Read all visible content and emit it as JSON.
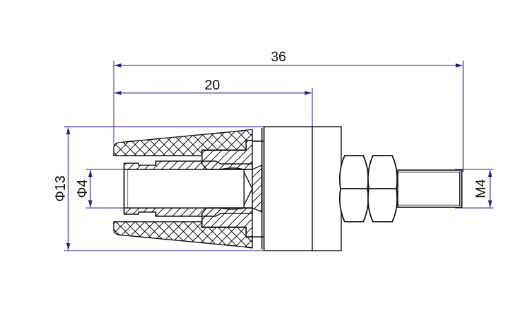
{
  "drawing": {
    "title": "Binding post / banana socket cross-section",
    "colors": {
      "outline": "#111111",
      "dimension": "#1a1aa8",
      "background": "#ffffff"
    },
    "dimensions": {
      "overall_length": {
        "label": "36"
      },
      "cap_length": {
        "label": "20"
      },
      "outer_diameter": {
        "label": "Φ13"
      },
      "socket_diameter": {
        "label": "Φ4"
      },
      "thread": {
        "label": "M4"
      }
    },
    "parts": [
      {
        "name": "insulating-cap",
        "hatch": "cross"
      },
      {
        "name": "socket-sleeve",
        "hatch": "diagonal"
      },
      {
        "name": "flange"
      },
      {
        "name": "hex-nut-1"
      },
      {
        "name": "hex-nut-2"
      },
      {
        "name": "threaded-stud"
      }
    ]
  }
}
